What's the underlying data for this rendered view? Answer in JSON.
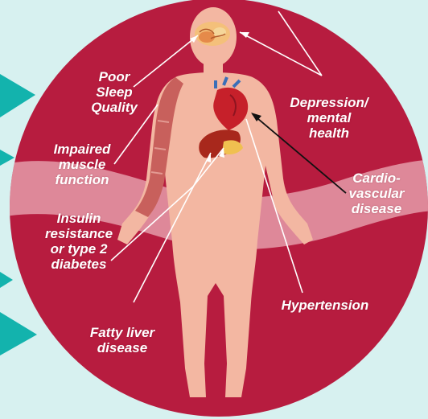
{
  "colors": {
    "background": "#d7f1f0",
    "circle": "#b71c3f",
    "band": "#e9a6b2",
    "body": "#f3b7a2",
    "arrow_teal": "#13b3ad",
    "label_text": "#ffffff"
  },
  "labels": {
    "poor_sleep": [
      "Poor",
      "Sleep",
      "Quality"
    ],
    "impaired_muscle": [
      "Impaired",
      "muscle",
      "function"
    ],
    "insulin": [
      "Insulin",
      "resistance",
      "or type 2",
      "diabetes"
    ],
    "fatty_liver": [
      "Fatty liver",
      "disease"
    ],
    "depression": [
      "Depression/",
      "mental",
      "health"
    ],
    "cardio": [
      "Cardio-",
      "vascular",
      "disease"
    ],
    "hypertension": [
      "Hypertension"
    ]
  },
  "icons": [
    "brain-icon",
    "heart-icon",
    "liver-icon",
    "muscle-arm-icon",
    "human-body-icon",
    "teal-arrow-icon"
  ]
}
